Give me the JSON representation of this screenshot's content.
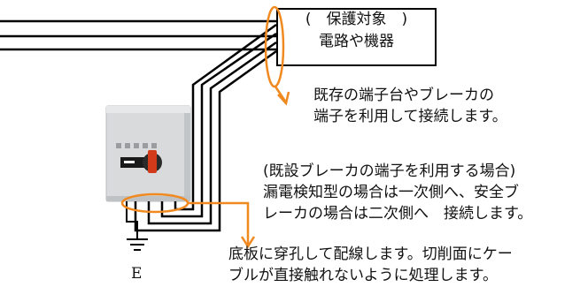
{
  "target_box": {
    "line1": "(　保護対象　)",
    "line2": "電路や機器"
  },
  "callout_terminal": {
    "line1": "既存の端子台やブレーカの",
    "line2": "端子を利用して接続します。"
  },
  "callout_breaker": {
    "line1": "(既設ブレーカの端子を利用する場合)",
    "line2": "漏電検知型の場合は一次側へ、安全ブ",
    "line3": "レーカの場合は二次側へ　接続します。"
  },
  "callout_bottom": {
    "line1": "底板に穿孔して配線します。切削面にケー",
    "line2": "ブルが直接触れないように処理します。"
  },
  "earth_label": "E",
  "colors": {
    "callout": "#f08a20",
    "wire": "#000000",
    "device_body": "#d8dadc",
    "switch_handle": "#d33a1a"
  }
}
